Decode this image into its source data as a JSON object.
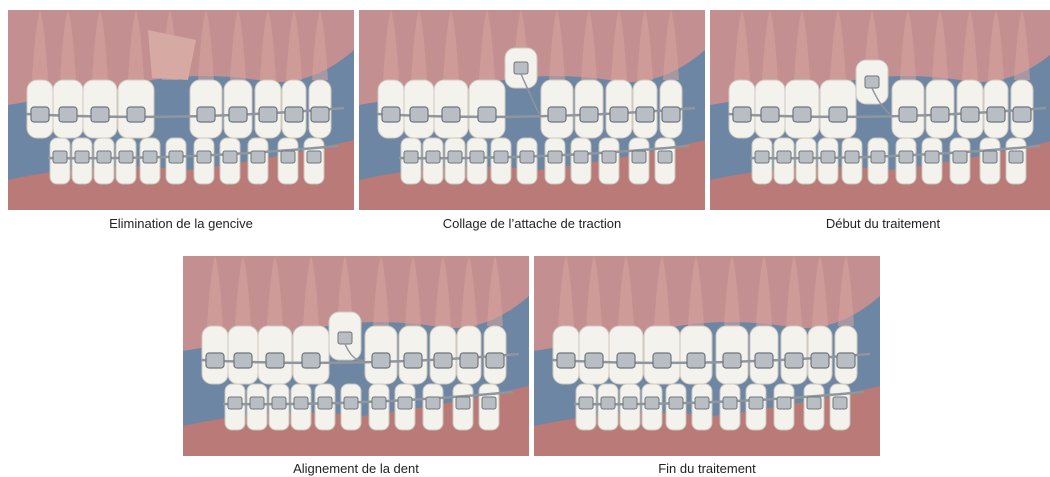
{
  "figure": {
    "panels": [
      {
        "id": "p1",
        "caption": "Elimination de la gencive",
        "stage": "gum-removal"
      },
      {
        "id": "p2",
        "caption": "Collage de l’attache de traction",
        "stage": "traction-bonding"
      },
      {
        "id": "p3",
        "caption": "Début du traitement",
        "stage": "treatment-start"
      },
      {
        "id": "p4",
        "caption": "Alignement de la dent",
        "stage": "tooth-alignment"
      },
      {
        "id": "p5",
        "caption": "Fin du traitement",
        "stage": "treatment-end"
      }
    ]
  },
  "colors": {
    "background": "#6d86a4",
    "gum": "#c98f8f",
    "lower_gum": "#b97a78",
    "tooth": "#f4f2ec",
    "bracket": "#b9bec4",
    "wire": "#8f969d"
  }
}
